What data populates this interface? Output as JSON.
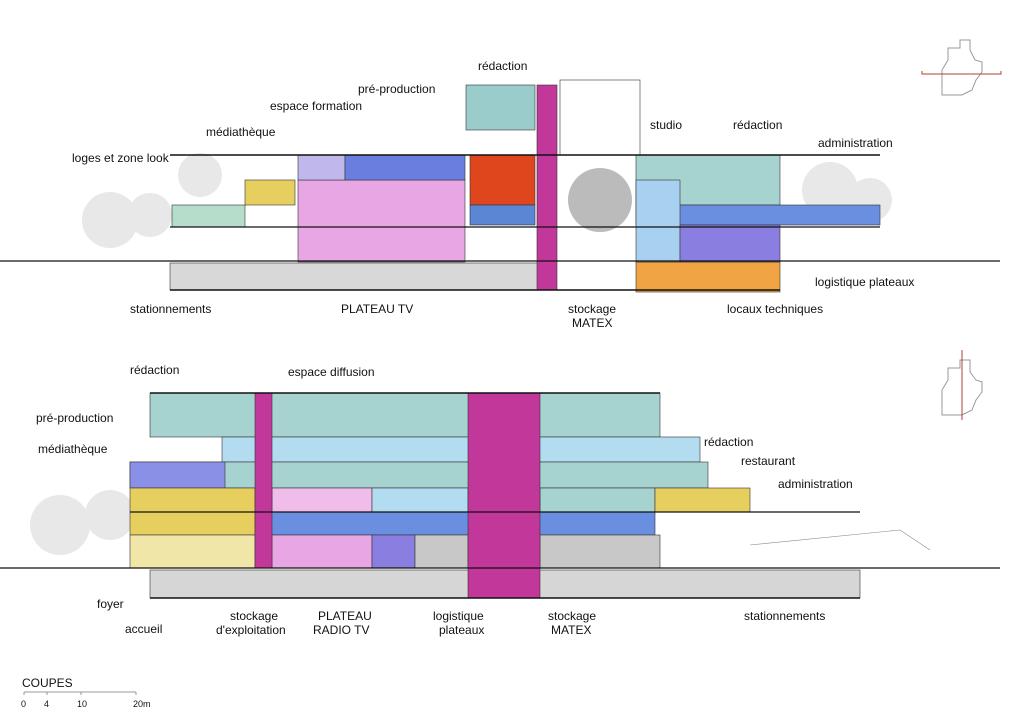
{
  "top_section": {
    "labels": {
      "redaction_top": "rédaction",
      "pre_production": "pré-production",
      "espace_formation": "espace formation",
      "mediatheque": "médiathèque",
      "loges": "loges et zone look",
      "studio": "studio",
      "redaction_right": "rédaction",
      "administration": "administration",
      "logistique_plateaux": "logistique plateaux",
      "locaux_techniques": "locaux techniques",
      "stationnements": "stationnements",
      "plateau_tv": "PLATEAU TV",
      "stockage": "stockage",
      "matex": "MATEX"
    }
  },
  "bottom_section": {
    "labels": {
      "redaction": "rédaction",
      "espace_diffusion": "espace diffusion",
      "pre_production": "pré-production",
      "mediatheque": "médiathèque",
      "redaction_right": "rédaction",
      "restaurant": "restaurant",
      "administration": "administration",
      "foyer": "foyer",
      "accueil": "accueil",
      "stockage_exploitation_1": "stockage",
      "stockage_exploitation_2": "d'exploitation",
      "plateau_1": "PLATEAU",
      "plateau_2": "RADIO TV",
      "logistique_1": "logistique",
      "logistique_2": "plateaux",
      "stockage": "stockage",
      "matex": "MATEX",
      "stationnements": "stationnements"
    }
  },
  "legend": {
    "title": "COUPES",
    "scale_ticks": [
      "0",
      "4",
      "10",
      "20m"
    ]
  },
  "colors": {
    "pink": "#e8a6e4",
    "magenta": "#c2389a",
    "blue": "#6a8ee0",
    "violet": "#8a7ee0",
    "teal": "#a6d2cf",
    "yellow": "#e6cf5e",
    "red": "#e0461e",
    "orange": "#f0a443",
    "gray": "#d6d6d6",
    "keyplan_line": "#b04030"
  }
}
